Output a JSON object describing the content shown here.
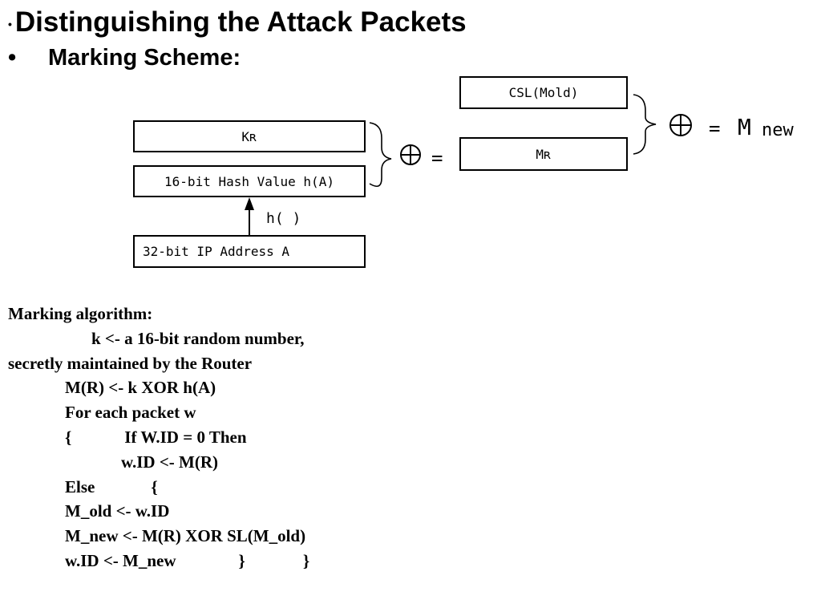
{
  "heading": {
    "bullet": "•",
    "title": "Distinguishing the Attack Packets",
    "sub_bullet": "•",
    "subtitle": "Marking Scheme:"
  },
  "diagram": {
    "kr_box": "Kʀ",
    "hash_box": "16-bit Hash Value h(A)",
    "ip_box": "32-bit IP Address A",
    "hash_fn_label": "h( )",
    "csl_box": "CSL(Mold)",
    "mr_box": "Mʀ",
    "equals_left": "=",
    "equals_right": "=",
    "result_m": "M",
    "result_new": "new"
  },
  "algorithm": {
    "heading": "Marking algorithm:",
    "line1": "k <- a 16-bit random number,",
    "line2": "secretly maintained by the Router",
    "line3": "M(R) <- k XOR h(A)",
    "line4": "For each packet w",
    "line5_brace": "{",
    "line5_text": "If W.ID = 0 Then",
    "line6": "w.ID <- M(R)",
    "line7_else": "Else",
    "line7_brace": "{",
    "line8": "M_old <- w.ID",
    "line9": "M_new <- M(R) XOR SL(M_old)",
    "line10_text": "w.ID <- M_new",
    "line10_brace1": "}",
    "line10_brace2": "}"
  }
}
